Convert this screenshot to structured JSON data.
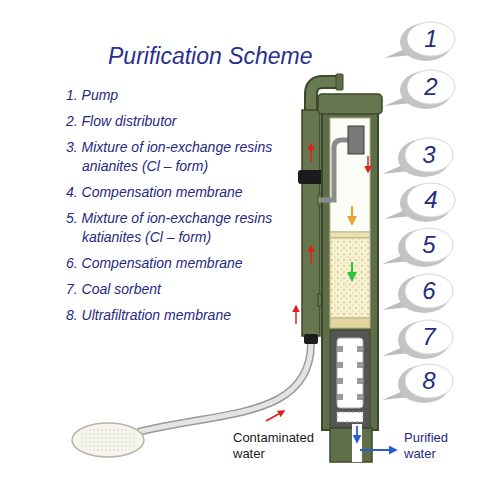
{
  "diagram": {
    "title": "Purification Scheme",
    "nodes": [
      {
        "text": [
          "1"
        ]
      },
      {
        "text": [
          "2"
        ]
      },
      {
        "text": [
          "3"
        ]
      },
      {
        "text": [
          "4"
        ]
      },
      {
        "text": [
          "5"
        ]
      },
      {
        "text": [
          "6"
        ]
      },
      {
        "text": [
          "7"
        ]
      },
      {
        "text": [
          "8"
        ]
      }
    ],
    "labels": [
      "1. Pump",
      "2. Flow distributor",
      "3. Mixture of ion-exchange resins anianites (Cl – form)",
      "4. Compensation membrane",
      "5. Mixture of ion-exchange resins katianites (Cl – form)",
      "6. Compensation membrane",
      "7. Coal sorbent",
      "8. Ultrafiltration membrane",
      "Contaminated water",
      "Purified water"
    ]
  }
}
